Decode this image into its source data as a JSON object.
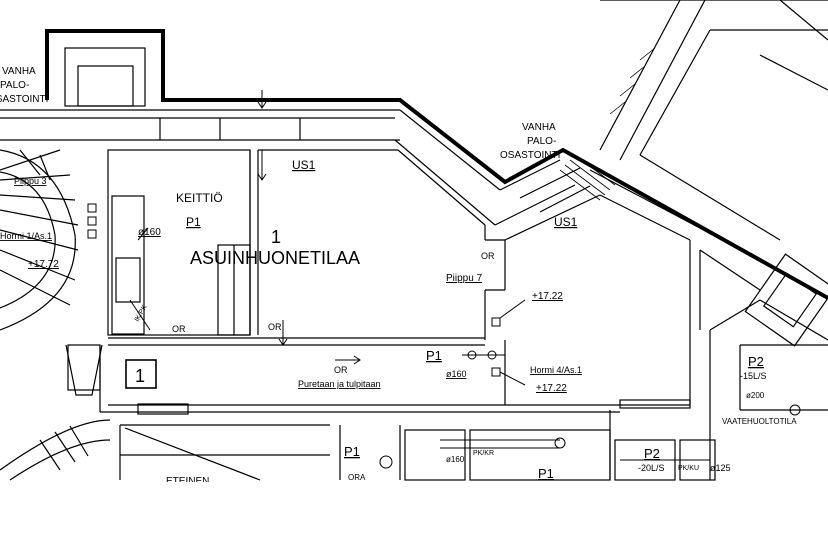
{
  "labels": {
    "vanha_left_1": "VANHA",
    "vanha_left_2": "PALO-",
    "vanha_left_3": "OSASTOINTI",
    "vanha_mid_1": "VANHA",
    "vanha_mid_2": "PALO-",
    "vanha_mid_3": "OSASTOINTI",
    "us1_top": "US1",
    "us1_mid": "US1",
    "piippu_left": "Piippu 3",
    "hormi_left": "Hormi 1/As.1",
    "level_left": "+17.72",
    "keittio": "KEITTIÖ",
    "p1_kitchen": "P1",
    "dia_160_kitchen": "ø160",
    "room_number": "1",
    "room_name": "ASUINHUONETILAA",
    "or_piippu": "OR",
    "piippu_7": "Piippu 7",
    "level_right_1": "+17.22",
    "or_kitchen": "OR",
    "or_mid": "OR",
    "or_lower": "OR",
    "box_number": "1",
    "p1_center": "P1",
    "dia_160_center": "ø160",
    "hormi_right": "Hormi 4/As.1",
    "level_right_2": "+17.22",
    "puretaan": "Puretaan ja tulpitaan",
    "p2_right": "P2",
    "flow_right": "-15L/S",
    "dia_200": "ø200",
    "vaatehuolto": "VAATEHUOLTOTILA",
    "p1_bottom_left": "P1",
    "ora": "ORA",
    "p1_bottom_mid": "P1",
    "dia_160_bottom": "ø160",
    "pk_kr": "PK/KR",
    "p2_bottom": "P2",
    "flow_bottom": "-20L/S",
    "pk_ku": "PK/KU",
    "dia_125": "ø125",
    "eteinen": "ETEINEN",
    "ik_pk": "IK/PK"
  }
}
